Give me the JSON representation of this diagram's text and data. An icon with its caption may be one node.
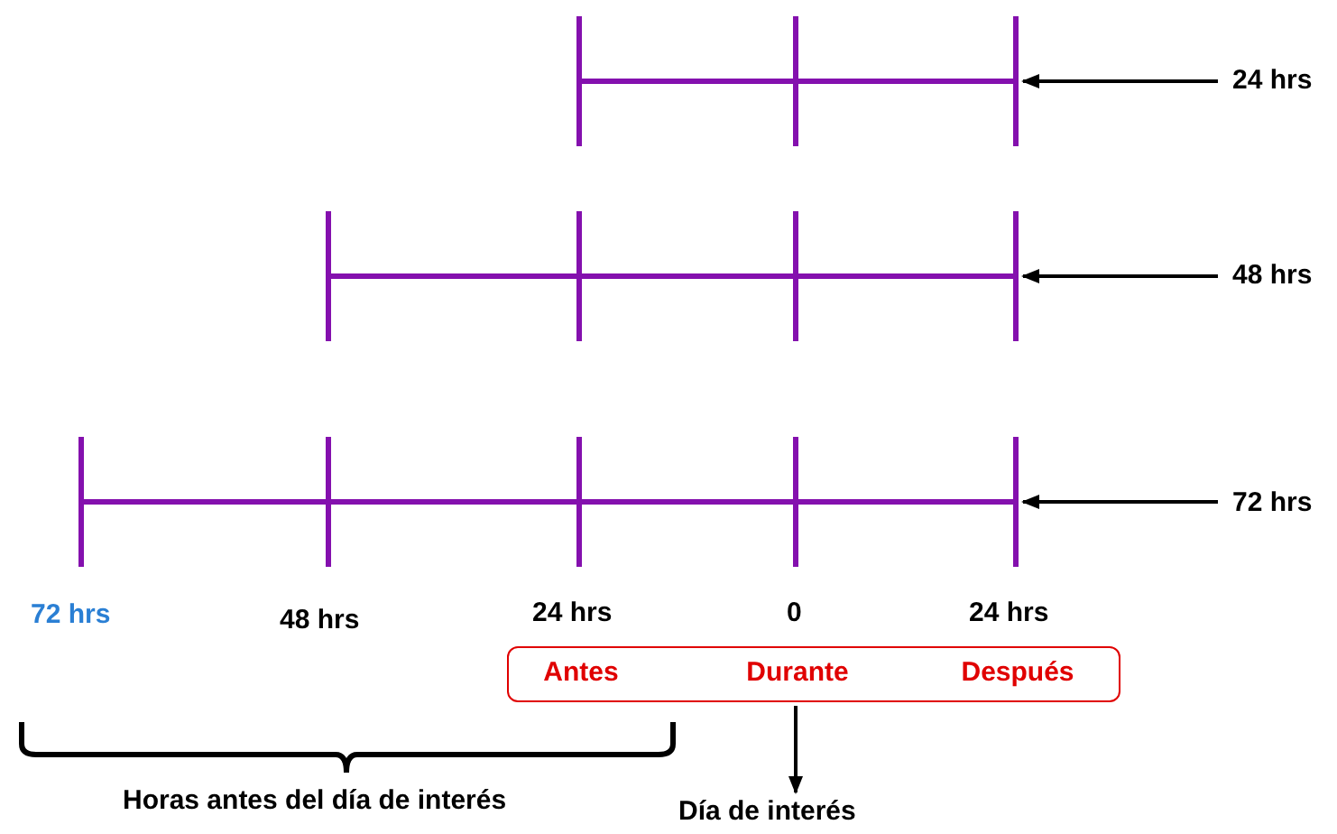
{
  "diagram": {
    "nodes": [
      {
        "text": [],
        "shape": "bar"
      },
      {
        "text": [],
        "shape": "bar"
      },
      {
        "text": [],
        "shape": "bar"
      },
      {
        "text": [
          "24 hrs"
        ]
      },
      {
        "text": [
          "48 hrs"
        ]
      },
      {
        "text": [
          "72 hrs"
        ]
      },
      {
        "text": [
          "Antes",
          "Durante",
          "Después"
        ]
      },
      {
        "text": [
          "Día de interés"
        ]
      }
    ],
    "edges": [
      {
        "from": 3,
        "to": 0,
        "arrow": "to"
      },
      {
        "from": 4,
        "to": 1,
        "arrow": "to"
      },
      {
        "from": 5,
        "to": 2,
        "arrow": "to"
      },
      {
        "from": 6,
        "to": 7,
        "arrow": "to"
      }
    ],
    "labels": [
      "72 hrs",
      "48 hrs",
      "24 hrs",
      "0",
      "24 hrs",
      "Horas antes del día de interés"
    ]
  }
}
